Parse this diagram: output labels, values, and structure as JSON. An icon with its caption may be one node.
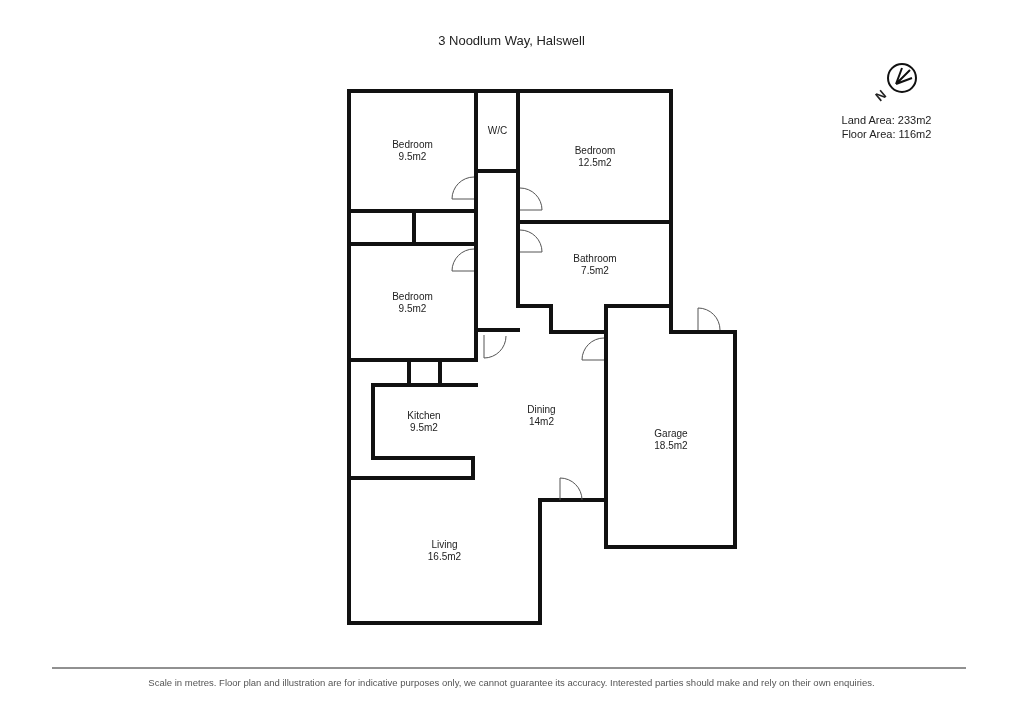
{
  "diagram": {
    "title": "3 Noodlum Way, Halswell",
    "nodes": [
      {
        "text": [
          "Bedroom",
          "9.5m2"
        ]
      },
      {
        "text": [
          "W/C"
        ]
      },
      {
        "text": [
          "Bedroom",
          "12.5m2"
        ]
      },
      {
        "text": [
          "Bathroom",
          "7.5m2"
        ]
      },
      {
        "text": [
          "Bedroom",
          "9.5m2"
        ]
      },
      {
        "text": [
          "Kitchen",
          "9.5m2"
        ]
      },
      {
        "text": [
          "Dining",
          "14m2"
        ]
      },
      {
        "text": [
          "Garage",
          "18.5m2"
        ]
      },
      {
        "text": [
          "Living",
          "16.5m2"
        ]
      }
    ],
    "labels": [
      "N",
      "Land Area: 233m2",
      "Floor Area: 116m2"
    ],
    "caption": "Scale in metres.  Floor plan and illustration are for indicative purposes only, we cannot guarantee its accuracy.  Interested parties should make and rely on their own enquiries."
  }
}
